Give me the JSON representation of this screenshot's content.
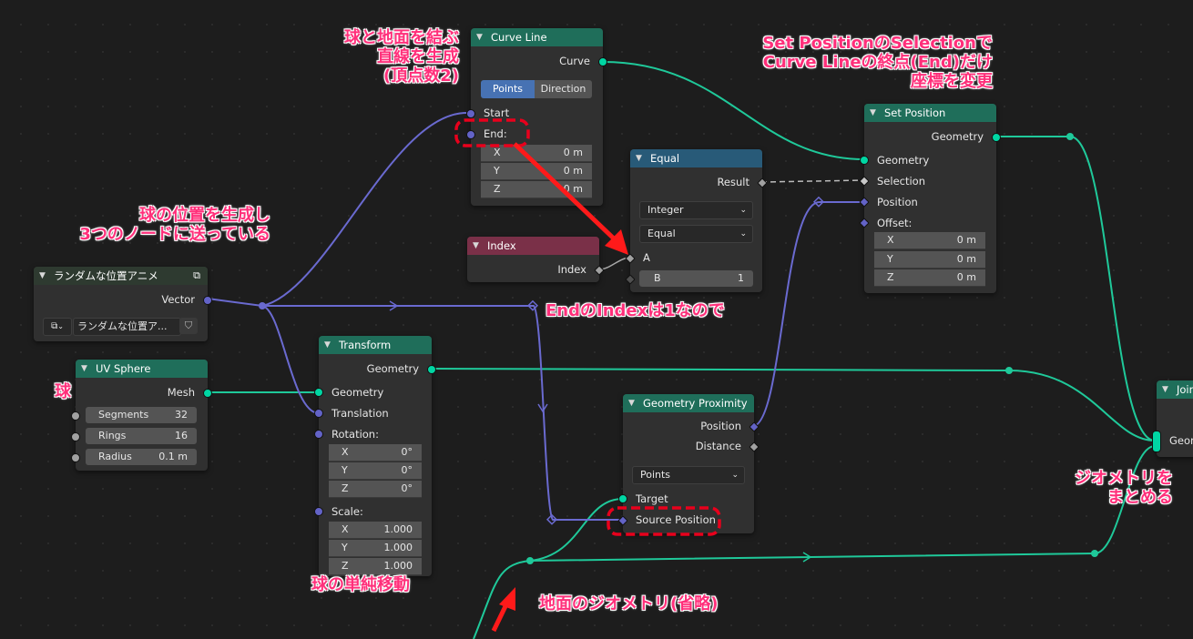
{
  "colors": {
    "geometry_socket": "#00d6a3",
    "vector_socket": "#6363c7",
    "float_socket": "#a1a1a1",
    "geometry_header": "#1f6e5a",
    "utility_header": "#285a78",
    "input_header": "#7a3048",
    "annotation": "#ff2f7a",
    "highlight_box": "#e8001c"
  },
  "nodes": {
    "curve_line": {
      "title": "Curve Line",
      "output": "Curve",
      "mode_points": "Points",
      "mode_direction": "Direction",
      "start": "Start",
      "end": "End:",
      "x_label": "X",
      "x_value": "0 m",
      "y_label": "Y",
      "y_value": "0 m",
      "z_label": "Z",
      "z_value": "0 m"
    },
    "equal": {
      "title": "Equal",
      "output": "Result",
      "type": "Integer",
      "mode": "Equal",
      "a": "A",
      "b_label": "B",
      "b_value": "1"
    },
    "index": {
      "title": "Index",
      "output": "Index"
    },
    "set_position": {
      "title": "Set Position",
      "output": "Geometry",
      "geometry": "Geometry",
      "selection": "Selection",
      "position": "Position",
      "offset": "Offset:",
      "x_label": "X",
      "x_value": "0 m",
      "y_label": "Y",
      "y_value": "0 m",
      "z_label": "Z",
      "z_value": "0 m"
    },
    "random": {
      "title": "ランダムな位置アニメ",
      "output": "Vector",
      "group_name": "ランダムな位置ア..."
    },
    "uv_sphere": {
      "title": "UV Sphere",
      "output": "Mesh",
      "segments_label": "Segments",
      "segments_value": "32",
      "rings_label": "Rings",
      "rings_value": "16",
      "radius_label": "Radius",
      "radius_value": "0.1 m"
    },
    "transform": {
      "title": "Transform",
      "output": "Geometry",
      "geometry": "Geometry",
      "translation": "Translation",
      "rotation": "Rotation:",
      "rx_label": "X",
      "rx_value": "0°",
      "ry_label": "Y",
      "ry_value": "0°",
      "rz_label": "Z",
      "rz_value": "0°",
      "scale": "Scale:",
      "sx_label": "X",
      "sx_value": "1.000",
      "sy_label": "Y",
      "sy_value": "1.000",
      "sz_label": "Z",
      "sz_value": "1.000"
    },
    "proximity": {
      "title": "Geometry Proximity",
      "position": "Position",
      "distance": "Distance",
      "mode": "Points",
      "target": "Target",
      "source_position": "Source Position"
    },
    "join": {
      "title": "Join",
      "geometry": "Geom"
    }
  },
  "annotations": {
    "curve_line_note": [
      "球と地面を結ぶ",
      "直線を生成",
      "(頂点数2)"
    ],
    "set_position_note": [
      "Set PositionのSelectionで",
      "Curve Lineの終点(End)だけ",
      "座標を変更"
    ],
    "random_note": [
      "球の位置を生成し",
      "3つのノードに送っている"
    ],
    "end_index_note": "EndのIndexは1なので",
    "sphere_note": "球",
    "move_note": "球の単純移動",
    "join_note": [
      "ジオメトリを",
      "まとめる"
    ],
    "ground_note": "地面のジオメトリ(省略)"
  }
}
